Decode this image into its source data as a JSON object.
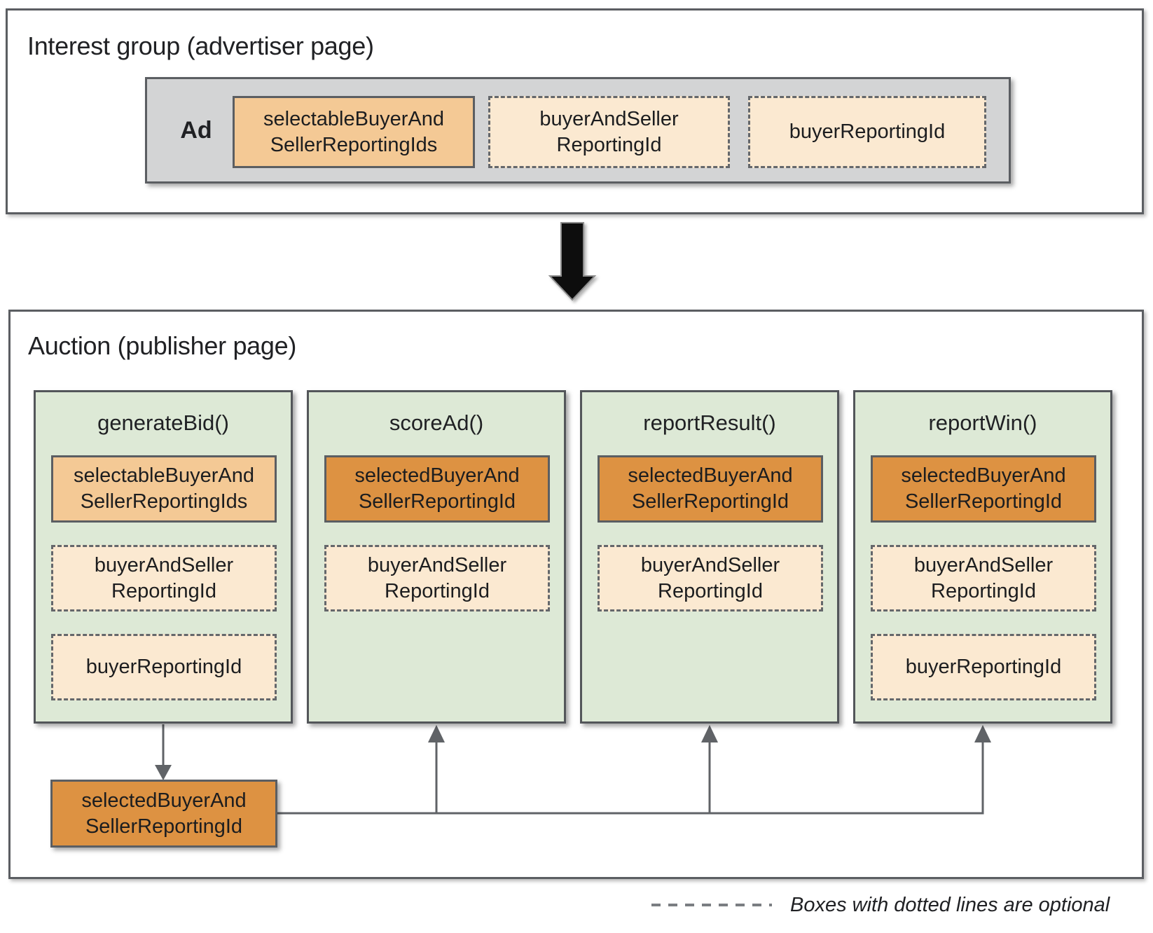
{
  "colors": {
    "section_border": "#5b5e62",
    "ad_container_fill": "#d3d4d5",
    "column_fill": "#dde9d6",
    "tan_fill": "#f4c995",
    "orange_fill": "#dd9242",
    "cream_optional_fill": "#fbe9d1",
    "connector_line": "#606367",
    "flow_arrow_fill": "#0d0d0d",
    "text": "#202124"
  },
  "icons": {
    "section_flow": "down-arrow-icon",
    "connector_tips": "up-arrow-icon"
  },
  "interest_group": {
    "title": "Interest group (advertiser page)",
    "ad_label": "Ad",
    "boxes": [
      {
        "label": "selectableBuyerAnd\nSellerReportingIds",
        "optional": false
      },
      {
        "label": "buyerAndSeller\nReportingId",
        "optional": true
      },
      {
        "label": "buyerReportingId",
        "optional": true
      }
    ]
  },
  "auction": {
    "title": "Auction (publisher page)",
    "columns": [
      {
        "title": "generateBid()",
        "boxes": [
          {
            "label": "selectableBuyerAnd\nSellerReportingIds",
            "optional": false
          },
          {
            "label": "buyerAndSeller\nReportingId",
            "optional": true
          },
          {
            "label": "buyerReportingId",
            "optional": true
          }
        ]
      },
      {
        "title": "scoreAd()",
        "boxes": [
          {
            "label": "selectedBuyerAnd\nSellerReportingId",
            "optional": false
          },
          {
            "label": "buyerAndSeller\nReportingId",
            "optional": true
          }
        ]
      },
      {
        "title": "reportResult()",
        "boxes": [
          {
            "label": "selectedBuyerAnd\nSellerReportingId",
            "optional": false
          },
          {
            "label": "buyerAndSeller\nReportingId",
            "optional": true
          }
        ]
      },
      {
        "title": "reportWin()",
        "boxes": [
          {
            "label": "selectedBuyerAnd\nSellerReportingId",
            "optional": false
          },
          {
            "label": "buyerAndSeller\nReportingId",
            "optional": true
          },
          {
            "label": "buyerReportingId",
            "optional": true
          }
        ]
      }
    ],
    "selected_output_label": "selectedBuyerAnd\nSellerReportingId"
  },
  "legend": {
    "text": "Boxes with dotted lines are optional"
  }
}
